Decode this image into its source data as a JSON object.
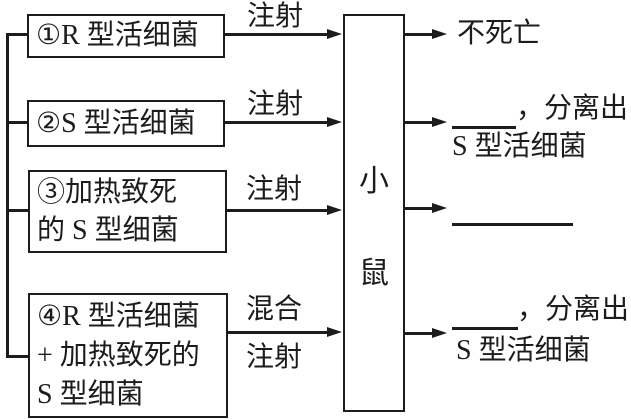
{
  "diagram": {
    "boxes": [
      {
        "lines": [
          "①R 型活细菌"
        ]
      },
      {
        "lines": [
          "②S 型活细菌"
        ]
      },
      {
        "lines": [
          "③加热致死",
          "的 S 型细菌"
        ]
      },
      {
        "lines": [
          "④R 型活细菌",
          "+ 加热致死的",
          "S 型细菌"
        ]
      }
    ],
    "arrow_labels": {
      "arrow1": "注射",
      "arrow2": "注射",
      "arrow3": "注射",
      "arrow4_top": "混合",
      "arrow4_bottom": "注射"
    },
    "center_box": {
      "line1": "小",
      "line2": "鼠"
    },
    "results": {
      "result1": "不死亡",
      "result2_after_blank": "，分离出",
      "result2_line2": "S 型活细菌",
      "result4_after_blank": "，分离出",
      "result4_line2": "S 型活细菌"
    },
    "colors": {
      "ink": "#1c1c1c",
      "paper": "#ffffff"
    }
  }
}
